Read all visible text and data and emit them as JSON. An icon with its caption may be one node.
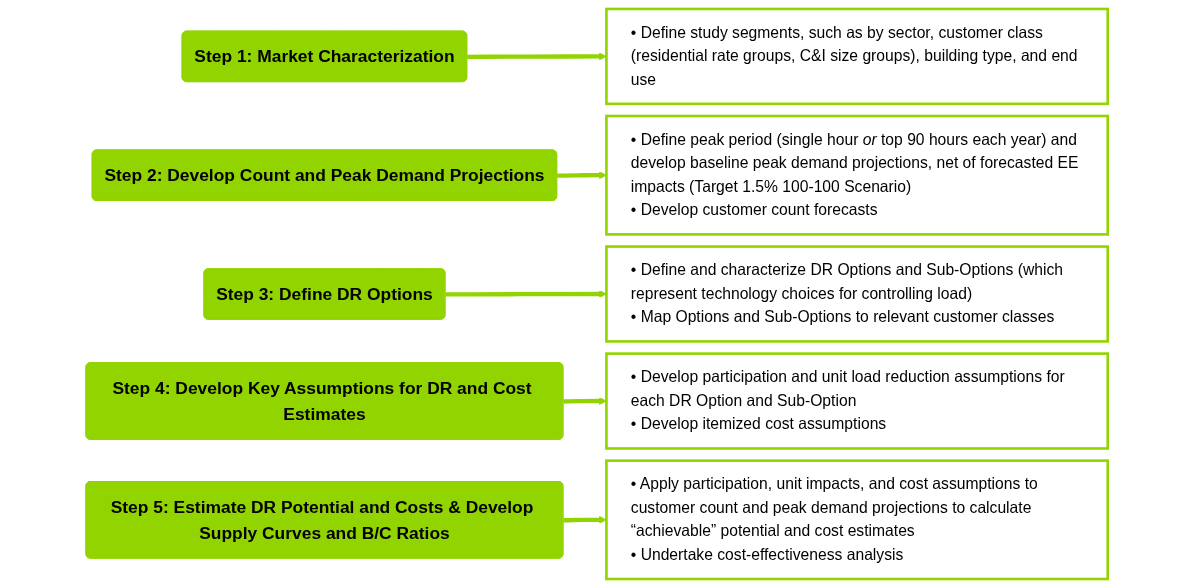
{
  "diagram": {
    "nodes": [
      {
        "text": [
          "Step 1: Market Characterization"
        ]
      },
      {
        "text": [
          "• Define study segments, such as by sector, customer class (residential rate groups, C&I size groups), building type, and end use"
        ]
      },
      {
        "text": [
          "Step 2: Develop Count and Peak Demand Projections"
        ]
      },
      {
        "text": [
          "• Define peak period (single hour *or* top 90 hours each year) and develop baseline peak demand projections, net of forecasted EE impacts (Target 1.5% 100-100 Scenario)",
          "• Develop customer count forecasts"
        ]
      },
      {
        "text": [
          "Step 3: Define DR Options"
        ]
      },
      {
        "text": [
          "• Define and characterize DR Options and Sub-Options (which represent technology choices for controlling load)",
          "• Map Options and Sub-Options to relevant customer classes"
        ]
      },
      {
        "text": [
          "Step 4: Develop Key Assumptions for DR and Cost Estimates"
        ]
      },
      {
        "text": [
          "• Develop participation and unit load reduction assumptions for each DR Option and Sub-Option",
          "• Develop itemized cost assumptions"
        ]
      },
      {
        "text": [
          "Step 5: Estimate DR Potential and Costs & Develop Supply Curves and B/C Ratios"
        ]
      },
      {
        "text": [
          "• Apply participation, unit impacts, and cost assumptions to customer count and peak demand projections to calculate “achievable” potential and cost estimates",
          "• Undertake cost-effectiveness analysis"
        ]
      }
    ],
    "edges": [
      {
        "from": 0,
        "to": 1,
        "arrow": "to"
      },
      {
        "from": 2,
        "to": 3,
        "arrow": "to"
      },
      {
        "from": 4,
        "to": 5,
        "arrow": "to"
      },
      {
        "from": 6,
        "to": 7,
        "arrow": "to"
      },
      {
        "from": 8,
        "to": 9,
        "arrow": "to"
      }
    ]
  }
}
